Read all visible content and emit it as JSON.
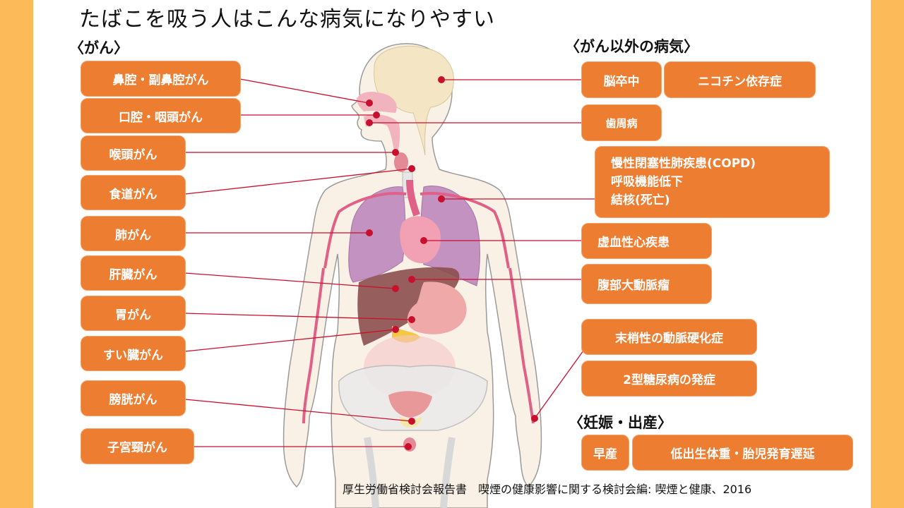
{
  "title": "たばこを吸う人はこんな病気になりやすい",
  "colors": {
    "side_bar": "#FDBA58",
    "box_fill": "#ED7D31",
    "leader_line": "#C8102E",
    "marker_dot": "#C8102E"
  },
  "sections": {
    "cancer": {
      "heading": "〈がん〉",
      "items": [
        {
          "label": "鼻腔・副鼻腔がん"
        },
        {
          "label": "口腔・咽頭がん"
        },
        {
          "label": "喉頭がん"
        },
        {
          "label": "食道がん"
        },
        {
          "label": "肺がん"
        },
        {
          "label": "肝臓がん"
        },
        {
          "label": "胃がん"
        },
        {
          "label": "すい臓がん"
        },
        {
          "label": "膀胱がん"
        },
        {
          "label": "子宮頸がん"
        }
      ]
    },
    "non_cancer": {
      "heading": "〈がん以外の病気〉",
      "items": [
        {
          "label": "脳卒中"
        },
        {
          "label": "ニコチン依存症"
        },
        {
          "label": "歯周病"
        },
        {
          "lines": [
            "慢性閉塞性肺疾患(COPD)",
            "呼吸機能低下",
            "結核(死亡)"
          ]
        },
        {
          "label": "虚血性心疾患"
        },
        {
          "label": "腹部大動脈瘤"
        },
        {
          "label": "末梢性の動脈硬化症"
        },
        {
          "label": "2型糖尿病の発症"
        }
      ]
    },
    "pregnancy": {
      "heading": "〈妊娠・出産〉",
      "items": [
        {
          "label": "早産"
        },
        {
          "label": "低出生体重・胎児発育遅延"
        }
      ]
    }
  },
  "source": "厚生労働省検討会報告書　喫煙の健康影響に関する検討会編: 喫煙と健康、2016"
}
